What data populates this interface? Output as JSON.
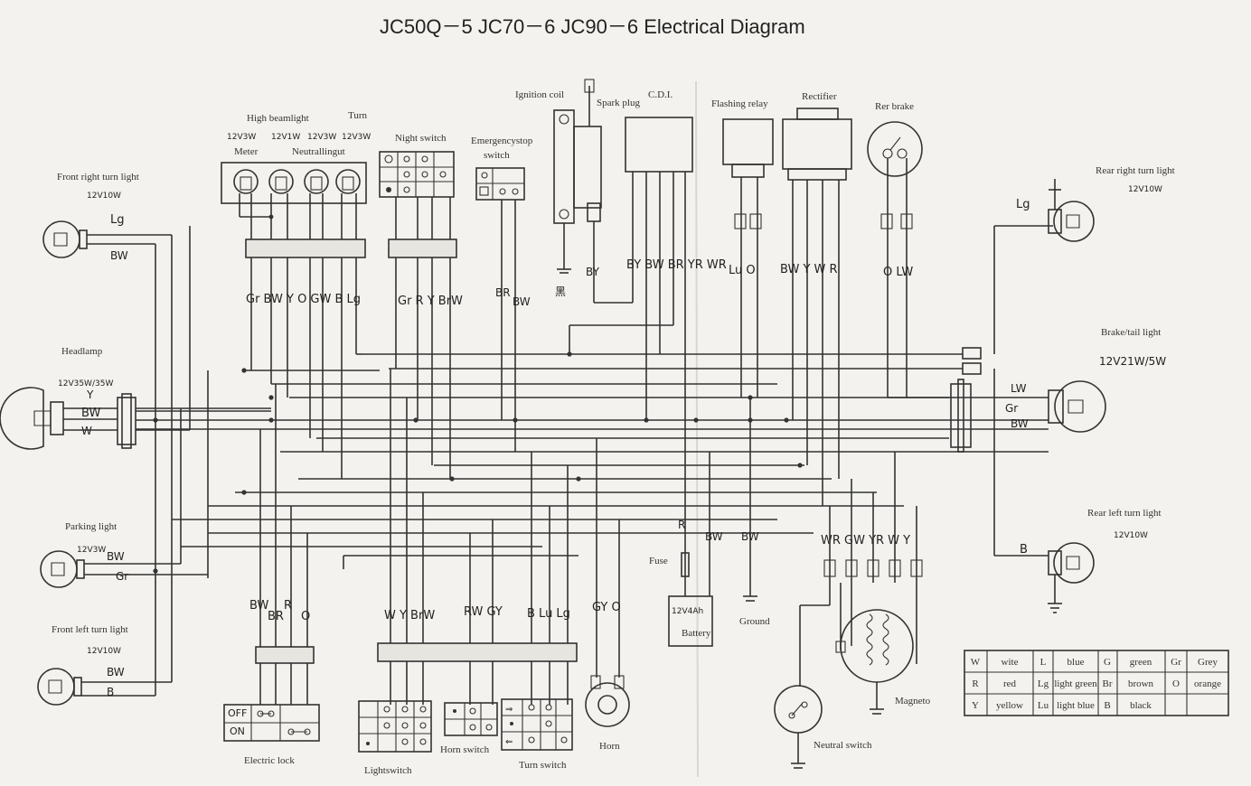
{
  "title": "JC50Q－5  JC70－6  JC90－6  Electrical Diagram",
  "components": {
    "front_right_turn_light": {
      "label": "Front right turn light",
      "spec": "12V10W"
    },
    "headlamp": {
      "label": "Headlamp",
      "spec": "12V35W/35W"
    },
    "parking_light": {
      "label": "Parking light",
      "spec": "12V3W"
    },
    "front_left_turn_light": {
      "label": "Front left turn light",
      "spec": "12V10W"
    },
    "high_beam": {
      "label": "High beamlight",
      "spec": "12V1W"
    },
    "turn_ind": {
      "label": "Turn",
      "spec": "12V3W"
    },
    "meter": {
      "label": "Meter",
      "spec": "12V3W"
    },
    "neutral_ind": {
      "label": "Neutrallingut",
      "spec": "12V3W"
    },
    "night_switch": {
      "label": "Night switch"
    },
    "emergency_stop": {
      "label1": "Emergencystop",
      "label2": "switch"
    },
    "ignition_coil": {
      "label": "Ignition coil"
    },
    "spark_plug": {
      "label": "Spark plug"
    },
    "cdi": {
      "label": "C.D.I."
    },
    "flashing_relay": {
      "label": "Flashing relay"
    },
    "rectifier": {
      "label": "Rectifier"
    },
    "rear_brake": {
      "label": "Rer brake"
    },
    "rear_right_turn_light": {
      "label": "Rear right turn light",
      "spec": "12V10W"
    },
    "brake_tail_light": {
      "label": "Brake/tail light",
      "spec": "12V21W/5W"
    },
    "rear_left_turn_light": {
      "label": "Rear left turn light",
      "spec": "12V10W"
    },
    "fuse": {
      "label": "Fuse"
    },
    "battery": {
      "label": "Battery",
      "spec": "12V4Ah"
    },
    "ground": {
      "label": "Ground"
    },
    "neutral_switch": {
      "label": "Neutral switch"
    },
    "magneto": {
      "label": "Magneto"
    },
    "electric_lock": {
      "label": "Electric lock",
      "off": "OFF",
      "on": "ON"
    },
    "light_switch": {
      "label": "Lightswitch"
    },
    "horn_switch": {
      "label": "Horn switch"
    },
    "turn_switch": {
      "label": "Turn switch"
    },
    "horn": {
      "label": "Horn"
    }
  },
  "wire_labels": {
    "frt_lg": "Lg",
    "frt_bw": "BW",
    "hl_y": "Y",
    "hl_bw": "BW",
    "hl_w": "W",
    "pk_bw": "BW",
    "pk_gr": "Gr",
    "flt_bw": "BW",
    "flt_b": "B",
    "cluster_bus": "Gr BW Y O GW B Lg",
    "night_bus": "Gr R Y BrW",
    "estop_br": "BR",
    "estop_bw": "BW",
    "ign_bk": "黑",
    "ign_by": "BY",
    "cdi_wires": "BY BW BR YR WR",
    "relay_wires": "Lu O",
    "rect_wires": "BW Y W R",
    "brake_wires": "O LW",
    "rrt_lg": "Lg",
    "btl_lw": "LW",
    "btl_gr": "Gr",
    "btl_bw": "BW",
    "rlt_b": "B",
    "fuse_r": "R",
    "bat_bw": "BW",
    "gnd_bw": "BW",
    "mag_wires": "WR GW YR W Y",
    "lock_bus_1": "BW",
    "lock_bus_2": "BR",
    "lock_bus_3": "R",
    "lock_bus_4": "O",
    "sw_bus": "W Y BrW",
    "sw_bus_2": "RW GY",
    "sw_bus_3": "B Lu Lg",
    "horn_wires": "GY O"
  },
  "color_legend": [
    [
      "W",
      "wite",
      "L",
      "blue",
      "G",
      "green",
      "Gr",
      "Grey"
    ],
    [
      "R",
      "red",
      "Lg",
      "light green",
      "Br",
      "brown",
      "O",
      "orange"
    ],
    [
      "Y",
      "yellow",
      "Lu",
      "light blue",
      "B",
      "black",
      "",
      ""
    ]
  ]
}
